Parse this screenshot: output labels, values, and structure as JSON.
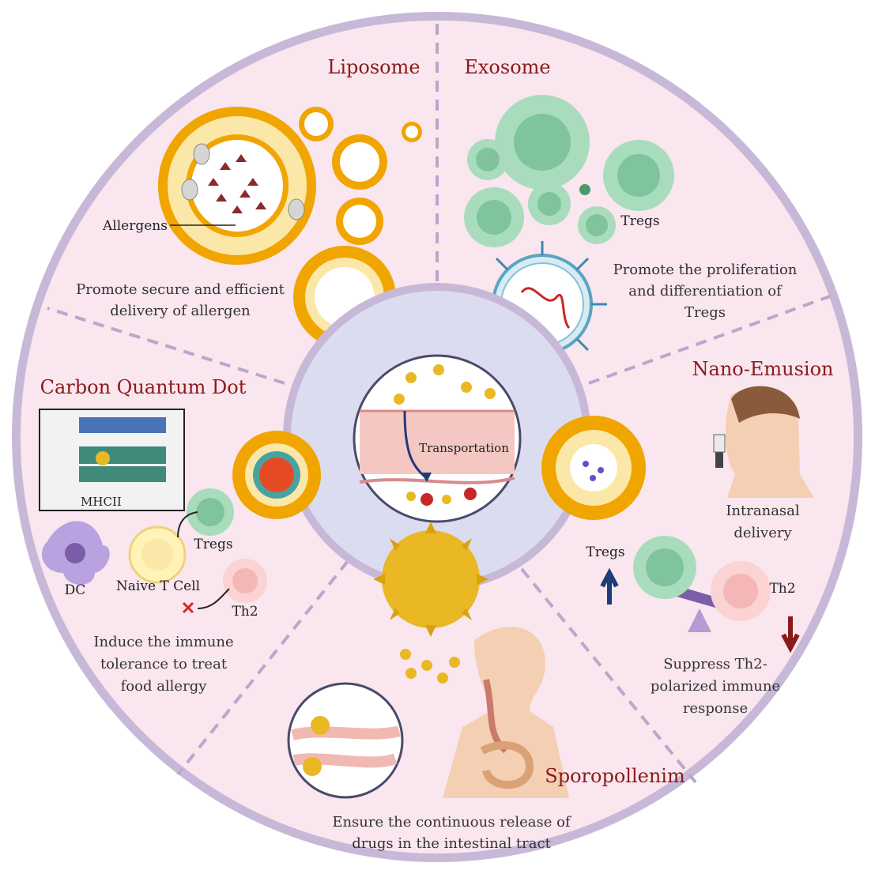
{
  "colors": {
    "ring": "#c8b8d8",
    "sector_fill": "#f9e6ef",
    "center_fill": "#dcdcf0",
    "title_red": "#8b1a1a",
    "treg_green": "#7fc49a",
    "th2_pink": "#f4b6b6",
    "gold": "#e9b824",
    "liposome_orange": "#f0a500"
  },
  "center": {
    "label": "Transportation"
  },
  "sections": {
    "liposome": {
      "title": "Liposome",
      "allergens_label": "Allergens",
      "caption_lines": [
        "Promote secure and efficient",
        "delivery of allergen"
      ]
    },
    "exosome": {
      "title": "Exosome",
      "tregs_label": "Tregs",
      "caption_lines": [
        "Promote the proliferation",
        "and differentiation of",
        "Tregs"
      ]
    },
    "nano_emulsion": {
      "title": "Nano-Emusion",
      "route_lines": [
        "Intranasal",
        "delivery"
      ],
      "tregs_label": "Tregs",
      "th2_label": "Th2",
      "caption_lines": [
        "Suppress Th2-",
        "polarized immune",
        "response"
      ]
    },
    "sporopollenin": {
      "title": "Sporopollenim",
      "caption_lines": [
        "Ensure the continuous release of",
        "drugs in the intestinal tract"
      ]
    },
    "carbon_quantum_dot": {
      "title": "Carbon Quantum Dot",
      "mhc_label": "MHCII",
      "dc_label": "DC",
      "naive_label": "Naive T Cell",
      "tregs_label": "Tregs",
      "th2_label": "Th2",
      "caption_lines": [
        "Induce the immune",
        "tolerance to treat",
        "food allergy"
      ]
    }
  },
  "icons": [
    "liposome-icon",
    "exosome-icon",
    "treg-cell-icon",
    "th2-cell-icon",
    "dendritic-cell-icon",
    "nasal-spray-person-icon",
    "pollen-grain-icon",
    "digestive-tract-icon",
    "quantum-dot-icon",
    "balance-scale-icon",
    "intestinal-epithelium-icon"
  ]
}
